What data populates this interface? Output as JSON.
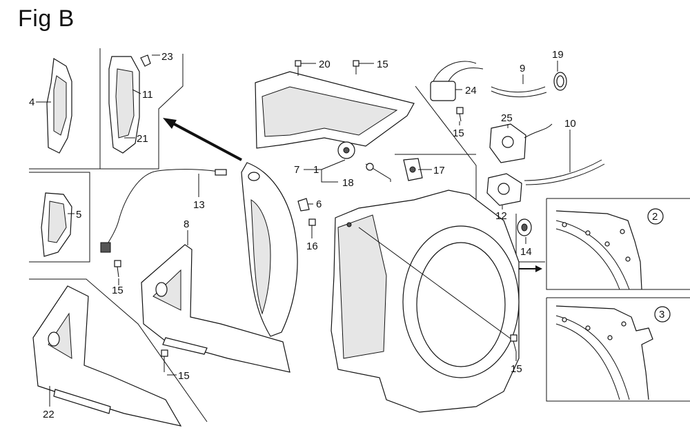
{
  "figure": {
    "title": "Fig B",
    "callouts": [
      "1",
      "4",
      "5",
      "6",
      "7",
      "8",
      "9",
      "10",
      "11",
      "12",
      "13",
      "14",
      "15",
      "16",
      "17",
      "18",
      "19",
      "20",
      "21",
      "22",
      "23",
      "24",
      "25"
    ],
    "insets": [
      "2",
      "3"
    ]
  }
}
